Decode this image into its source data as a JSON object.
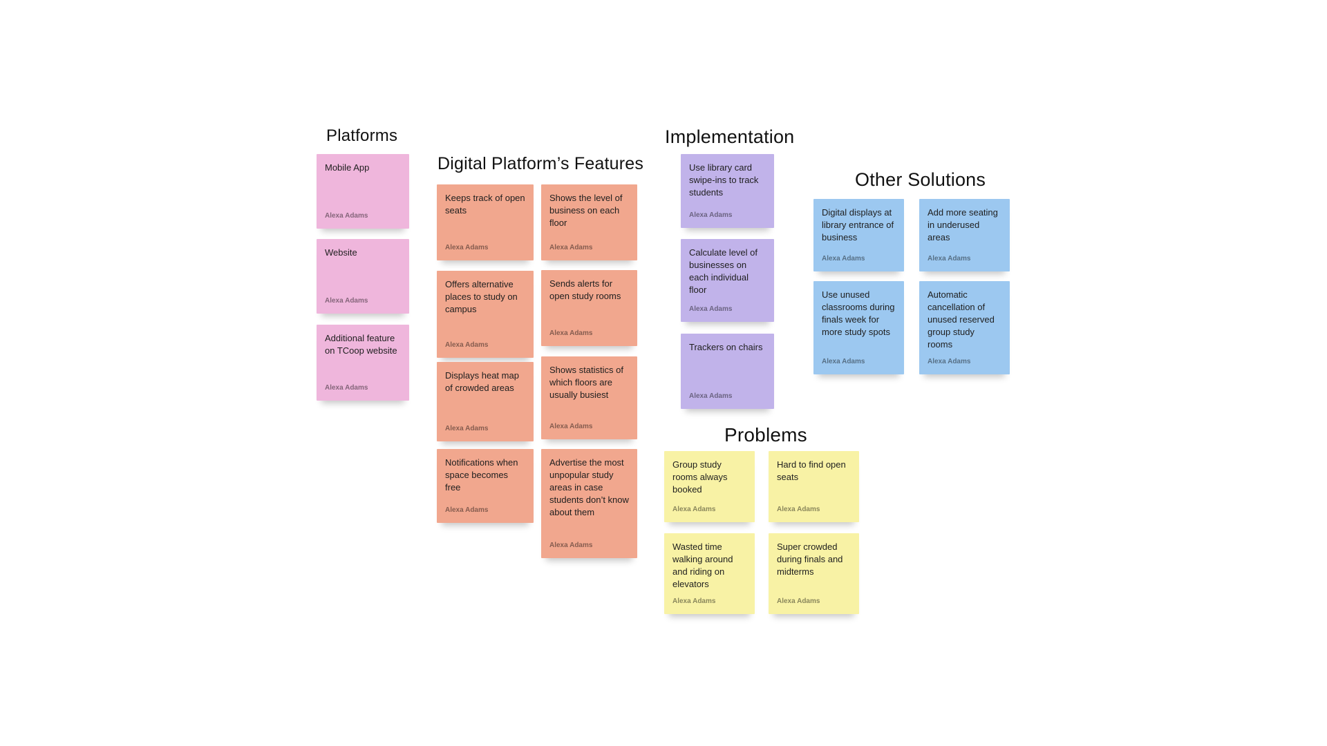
{
  "palette": {
    "background": "#ffffff",
    "text": "#1e1e1e",
    "pink": "#efb6dc",
    "salmon": "#f1a78e",
    "purple": "#c1b3ea",
    "blue": "#9cc8f0",
    "yellow": "#f8f2a5"
  },
  "sections": [
    {
      "id": "platforms",
      "title": "Platforms",
      "color": "pink",
      "notes": [
        {
          "text": "Mobile App",
          "author": "Alexa Adams"
        },
        {
          "text": "Website",
          "author": "Alexa Adams"
        },
        {
          "text": "Additional feature on TCoop website",
          "author": "Alexa Adams"
        }
      ]
    },
    {
      "id": "features",
      "title": "Digital Platform’s Features",
      "color": "salmon",
      "notes": [
        {
          "text": "Keeps track of open seats",
          "author": "Alexa Adams"
        },
        {
          "text": "Shows the level of business on each floor",
          "author": "Alexa Adams"
        },
        {
          "text": "Offers alternative places to study on campus",
          "author": "Alexa Adams"
        },
        {
          "text": "Sends alerts for open study rooms",
          "author": "Alexa Adams"
        },
        {
          "text": "Displays heat map of crowded areas",
          "author": "Alexa Adams"
        },
        {
          "text": "Shows statistics of which floors are usually busiest",
          "author": "Alexa Adams"
        },
        {
          "text": "Notifications when space becomes free",
          "author": "Alexa Adams"
        },
        {
          "text": "Advertise the most unpopular study areas in case students don’t know about them",
          "author": "Alexa Adams"
        }
      ]
    },
    {
      "id": "implementation",
      "title": "Implementation",
      "color": "purple",
      "notes": [
        {
          "text": "Use library card swipe-ins to track students",
          "author": "Alexa Adams"
        },
        {
          "text": "Calculate level of businesses on each individual floor",
          "author": "Alexa Adams"
        },
        {
          "text": "Trackers on chairs",
          "author": "Alexa Adams"
        }
      ]
    },
    {
      "id": "other-solutions",
      "title": "Other Solutions",
      "color": "blue",
      "notes": [
        {
          "text": "Digital displays at library entrance of business",
          "author": "Alexa Adams"
        },
        {
          "text": "Add more seating in underused areas",
          "author": "Alexa Adams"
        },
        {
          "text": "Use unused classrooms during finals week for more study spots",
          "author": "Alexa Adams"
        },
        {
          "text": "Automatic cancellation of unused reserved group study rooms",
          "author": "Alexa Adams"
        }
      ]
    },
    {
      "id": "problems",
      "title": "Problems",
      "color": "yellow",
      "notes": [
        {
          "text": "Group study rooms always booked",
          "author": "Alexa Adams"
        },
        {
          "text": "Hard to find open seats",
          "author": "Alexa Adams"
        },
        {
          "text": "Wasted time walking around and riding on elevators",
          "author": "Alexa Adams"
        },
        {
          "text": "Super crowded during finals and midterms",
          "author": "Alexa Adams"
        }
      ]
    }
  ]
}
